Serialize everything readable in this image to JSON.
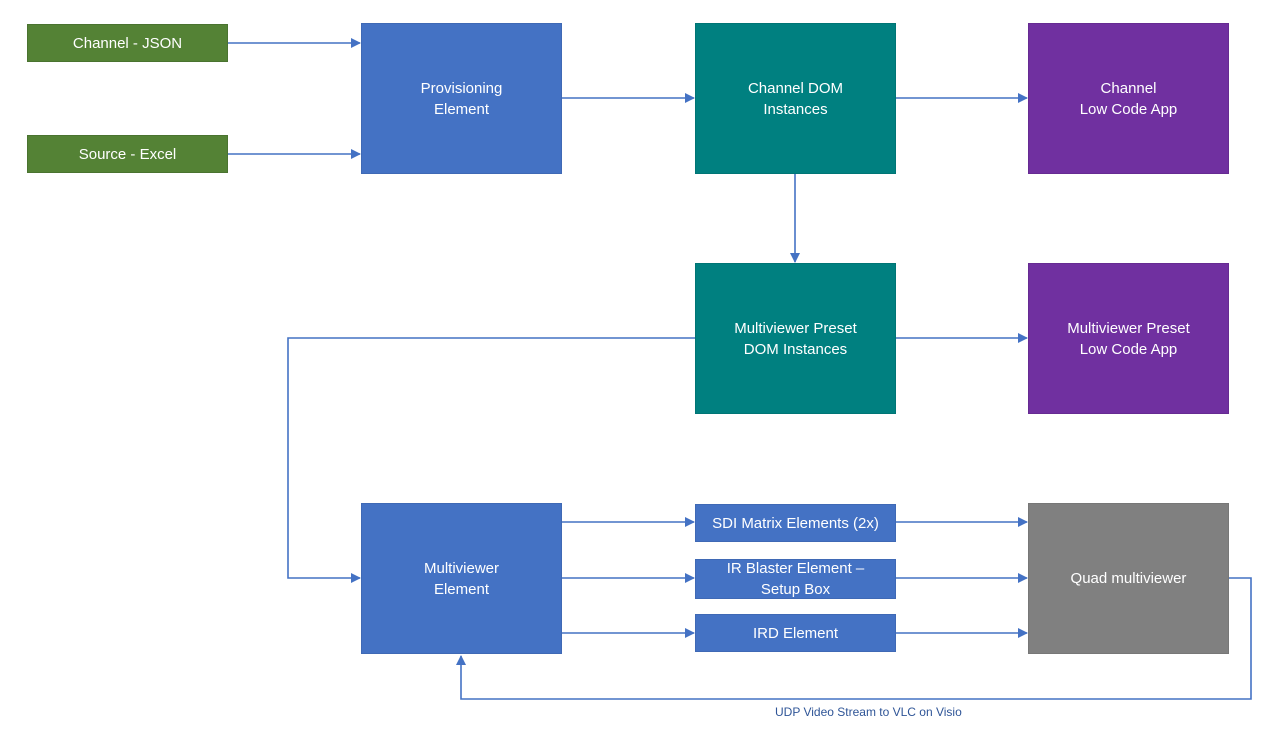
{
  "colors": {
    "source": "#548235",
    "element": "#4472c4",
    "dom": "#008080",
    "app": "#7030a0",
    "device": "#808080",
    "connector": "#4472c4"
  },
  "nodes": {
    "channel_json": "Channel - JSON",
    "source_excel": "Source - Excel",
    "provisioning_element": "Provisioning\nElement",
    "channel_dom": "Channel DOM\nInstances",
    "channel_app": "Channel\nLow Code App",
    "multiviewer_preset_dom": "Multiviewer Preset\nDOM Instances",
    "multiviewer_preset_app": "Multiviewer Preset\nLow Code App",
    "multiviewer_element": "Multiviewer\nElement",
    "sdi_matrix": "SDI Matrix Elements (2x)",
    "ir_blaster": "IR Blaster Element –\nSetup Box",
    "ird_element": "IRD Element",
    "quad_multiviewer": "Quad multiviewer"
  },
  "edges": {
    "udp_label": "UDP Video Stream to VLC on Visio"
  }
}
